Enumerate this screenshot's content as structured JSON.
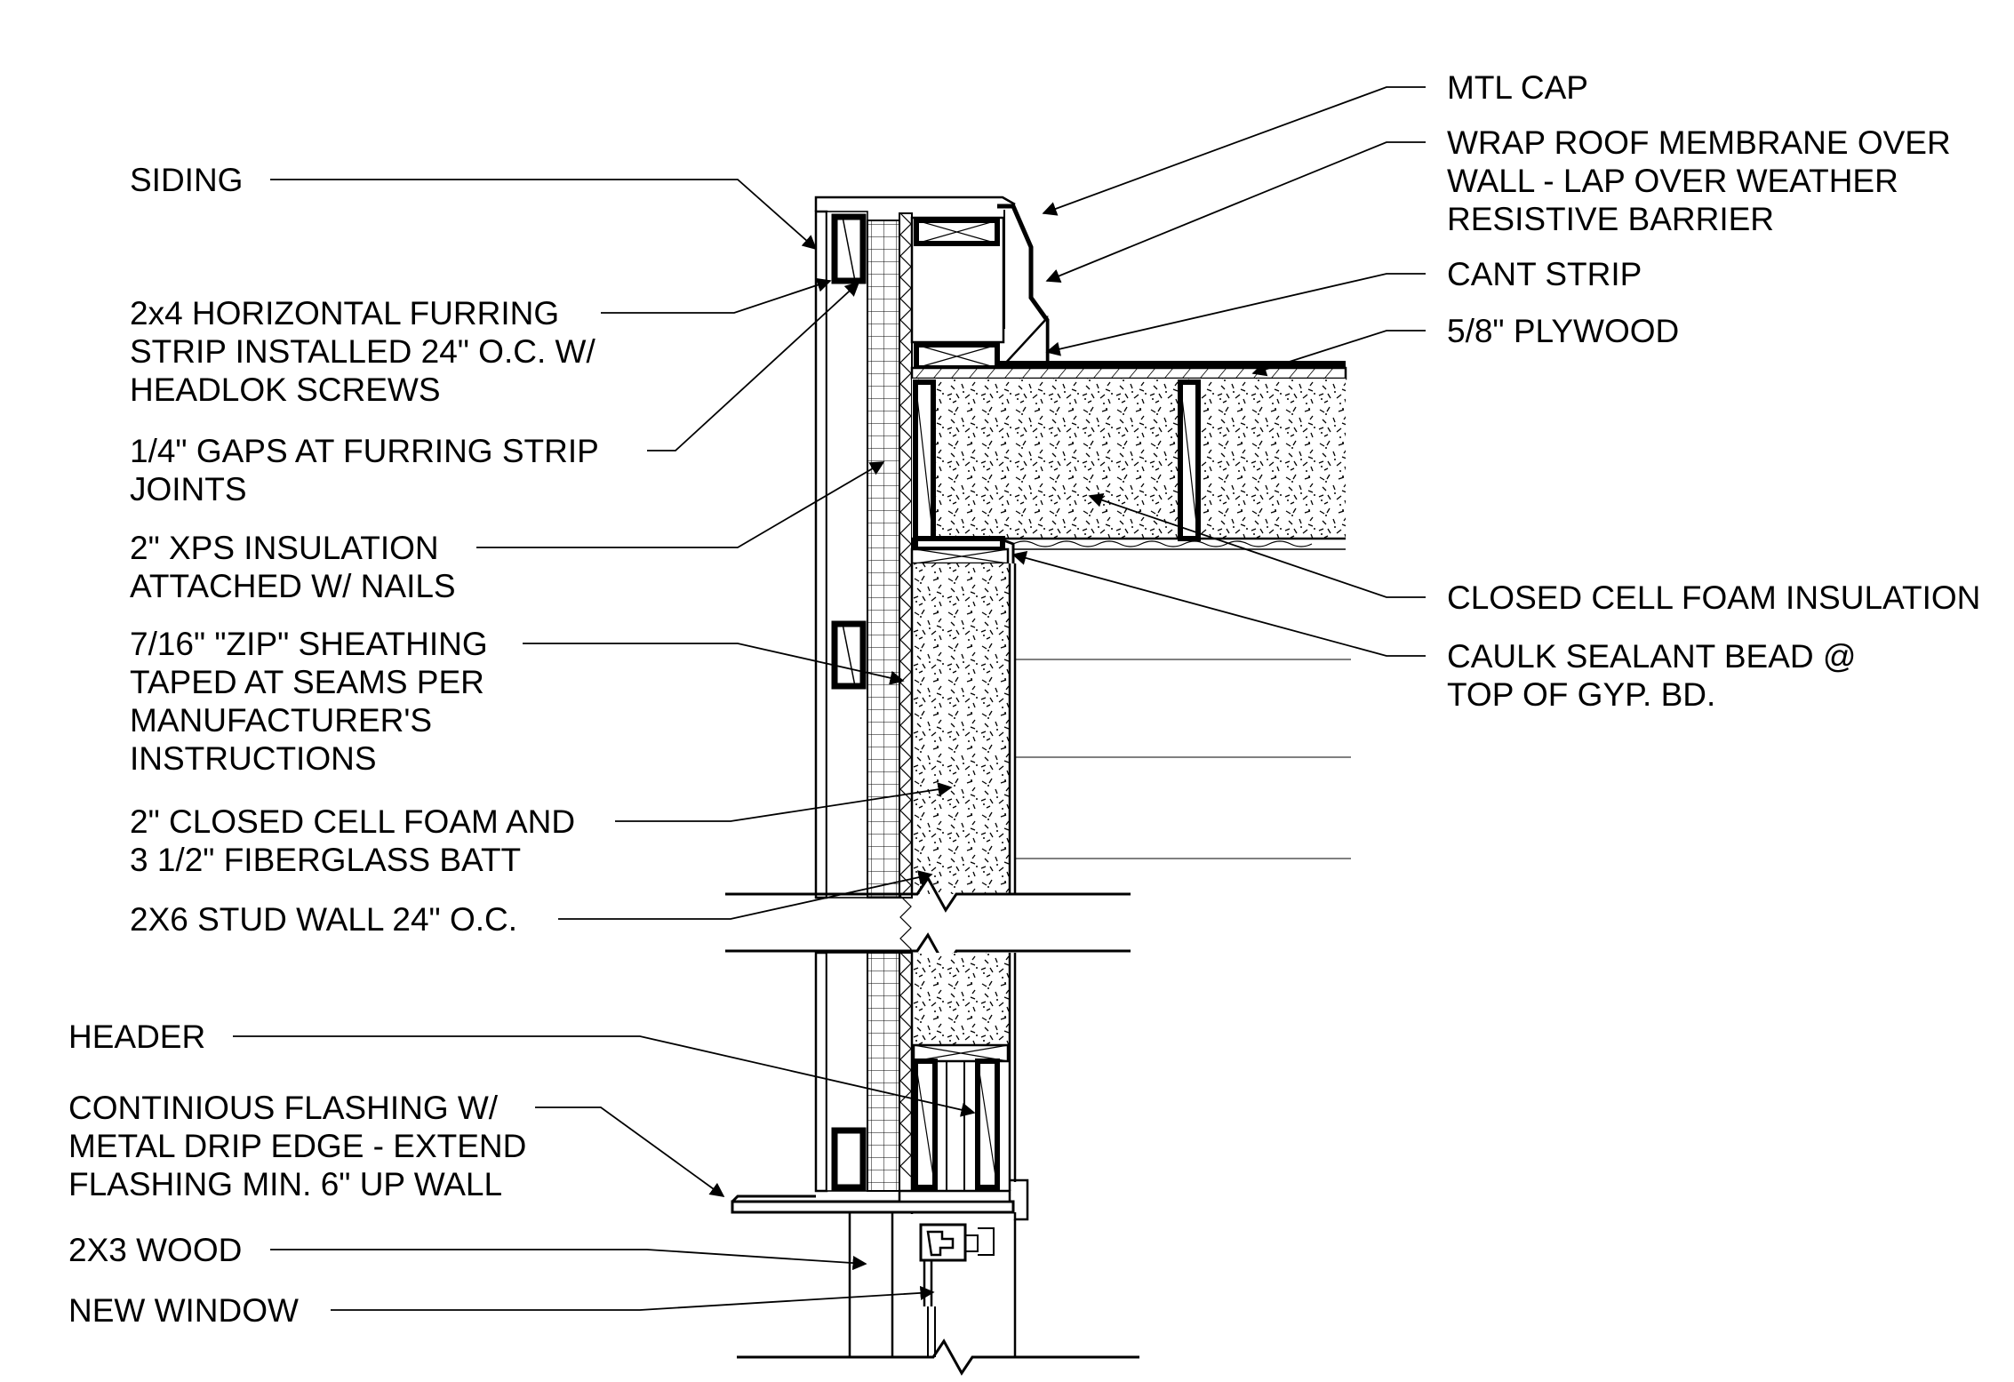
{
  "labels_left": [
    {
      "id": "siding",
      "text": "SIDING"
    },
    {
      "id": "furring-strip",
      "text": "2x4 HORIZONTAL FURRING\nSTRIP INSTALLED 24\" O.C. W/\nHEADLOK SCREWS"
    },
    {
      "id": "furring-gaps",
      "text": "1/4\" GAPS AT FURRING STRIP\nJOINTS"
    },
    {
      "id": "xps-insulation",
      "text": "2\" XPS INSULATION\nATTACHED W/ NAILS"
    },
    {
      "id": "zip-sheathing",
      "text": "7/16\" \"ZIP\" SHEATHING\nTAPED AT SEAMS PER\nMANUFACTURER'S\nINSTRUCTIONS"
    },
    {
      "id": "closed-cell-batt",
      "text": "2\" CLOSED CELL FOAM AND\n3 1/2\" FIBERGLASS BATT"
    },
    {
      "id": "stud-wall",
      "text": "2X6 STUD WALL 24\" O.C."
    },
    {
      "id": "header",
      "text": "HEADER"
    },
    {
      "id": "flashing",
      "text": "CONTINIOUS FLASHING W/\nMETAL DRIP EDGE - EXTEND\nFLASHING MIN. 6\" UP WALL"
    },
    {
      "id": "wood-2x3",
      "text": "2X3 WOOD"
    },
    {
      "id": "new-window",
      "text": "NEW WINDOW"
    }
  ],
  "labels_right": [
    {
      "id": "mtl-cap",
      "text": "MTL CAP"
    },
    {
      "id": "roof-membrane",
      "text": "WRAP ROOF MEMBRANE OVER\nWALL - LAP OVER WEATHER\nRESISTIVE BARRIER"
    },
    {
      "id": "cant-strip",
      "text": "CANT STRIP"
    },
    {
      "id": "plywood",
      "text": "5/8\" PLYWOOD"
    },
    {
      "id": "closed-cell-foam",
      "text": "CLOSED CELL FOAM INSULATION"
    },
    {
      "id": "caulk-sealant",
      "text": "CAULK SEALANT BEAD @\nTOP OF GYP. BD."
    }
  ],
  "colors": {
    "ink": "#000000",
    "paper": "#ffffff"
  }
}
